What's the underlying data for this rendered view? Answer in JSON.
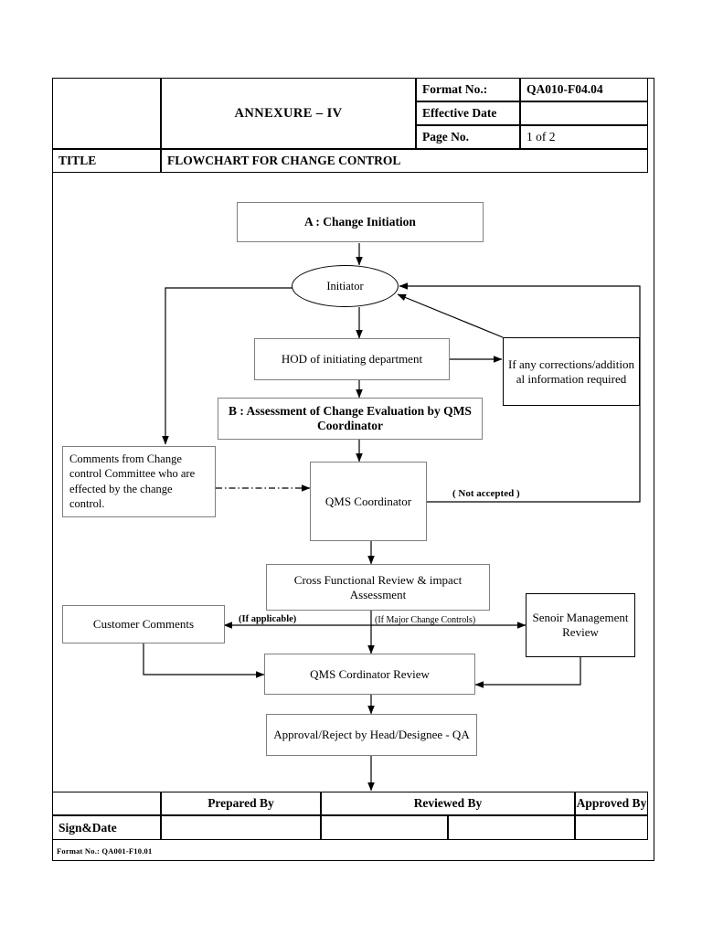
{
  "document": {
    "header": {
      "annexure": "ANNEXURE – IV",
      "format_no_label": "Format No.:",
      "format_no_value": "QA010-F04.04",
      "effective_date_label": "Effective Date",
      "effective_date_value": "",
      "page_no_label": "Page No.",
      "page_no_value": "1 of 2",
      "title_label": "TITLE",
      "title_value": "FLOWCHART FOR CHANGE CONTROL"
    },
    "footer": {
      "sign_table": {
        "blank_corner": "",
        "prepared_by": "Prepared By",
        "reviewed_by": "Reviewed By",
        "approved_by": "Approved By",
        "sign_date_label": "Sign&Date",
        "prepared_value": "",
        "reviewed_value_1": "",
        "reviewed_value_2": "",
        "approved_value": ""
      },
      "format_note": "Format No.:  QA001-F10.01"
    }
  },
  "flowchart": {
    "nodes": {
      "change_initiation": "A :  Change Initiation",
      "initiator": "Initiator",
      "hod": "HOD of initiating department",
      "assessment": "B : Assessment of Change\nEvaluation by QMS Coordinator",
      "corrections": "If any corrections/addition al information required",
      "comments_committee": "Comments from Change control Committee who are effected by the change control.",
      "qms_coordinator": "QMS Coordinator",
      "cross_functional": "Cross Functional Review & impact Assessment",
      "customer_comments": "Customer Comments",
      "senior_mgmt": "Senoir Management Review",
      "qms_review": "QMS Cordinator Review",
      "approval": "Approval/Reject by Head/Designee -  QA"
    },
    "edge_labels": {
      "not_accepted": "( Not accepted )",
      "if_applicable": "(If applicable)",
      "if_major_change": "(If Major Change Controls)"
    }
  },
  "colors": {
    "line": "#000000",
    "node_border": "#808080",
    "page_bg": "#ffffff"
  }
}
